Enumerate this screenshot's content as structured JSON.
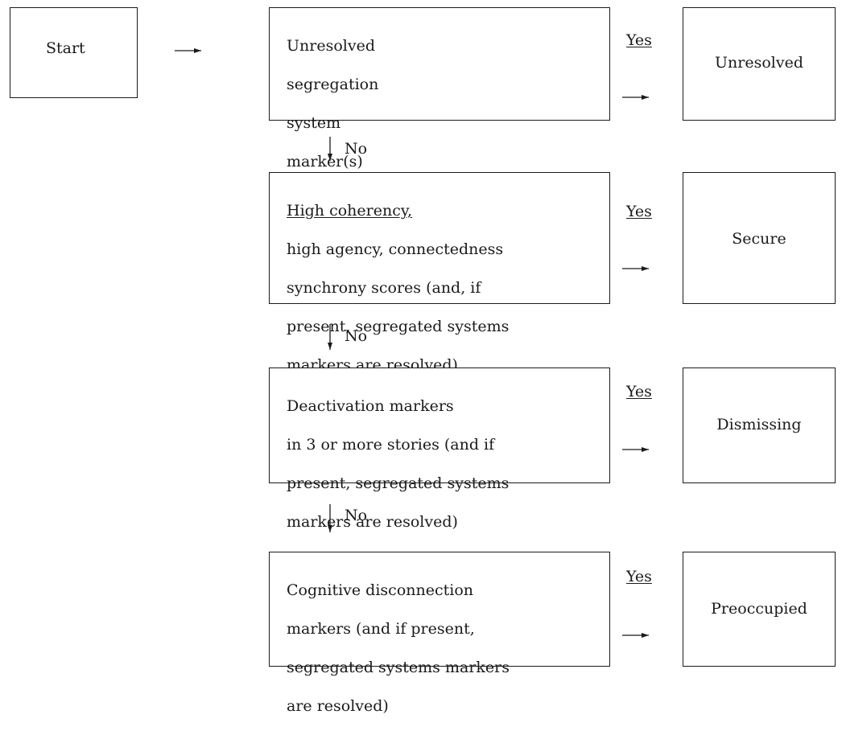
{
  "start": {
    "label": "Start"
  },
  "steps": [
    {
      "condition_lines": [
        "Unresolved",
        "segregation",
        "system",
        "marker(s)"
      ],
      "condition_underlined": "",
      "yes_label": "Yes",
      "no_label": "No",
      "outcome": "Unresolved"
    },
    {
      "condition_underlined": "High coherency,",
      "condition_lines": [
        "high agency, connectedness",
        "synchrony scores (and, if",
        "present, segregated systems",
        "markers are resolved)"
      ],
      "yes_label": "Yes",
      "no_label": "No",
      "outcome": "Secure"
    },
    {
      "condition_underlined": "",
      "condition_lines": [
        "Deactivation markers",
        "in 3 or more stories (and if",
        "present, segregated systems",
        "markers are resolved)"
      ],
      "yes_label": "Yes",
      "no_label": "No",
      "outcome": "Dismissing"
    },
    {
      "condition_underlined": "",
      "condition_lines": [
        "Cognitive disconnection",
        "markers (and if present,",
        "segregated systems markers",
        "are resolved)"
      ],
      "yes_label": "Yes",
      "outcome": "Preoccupied"
    }
  ]
}
